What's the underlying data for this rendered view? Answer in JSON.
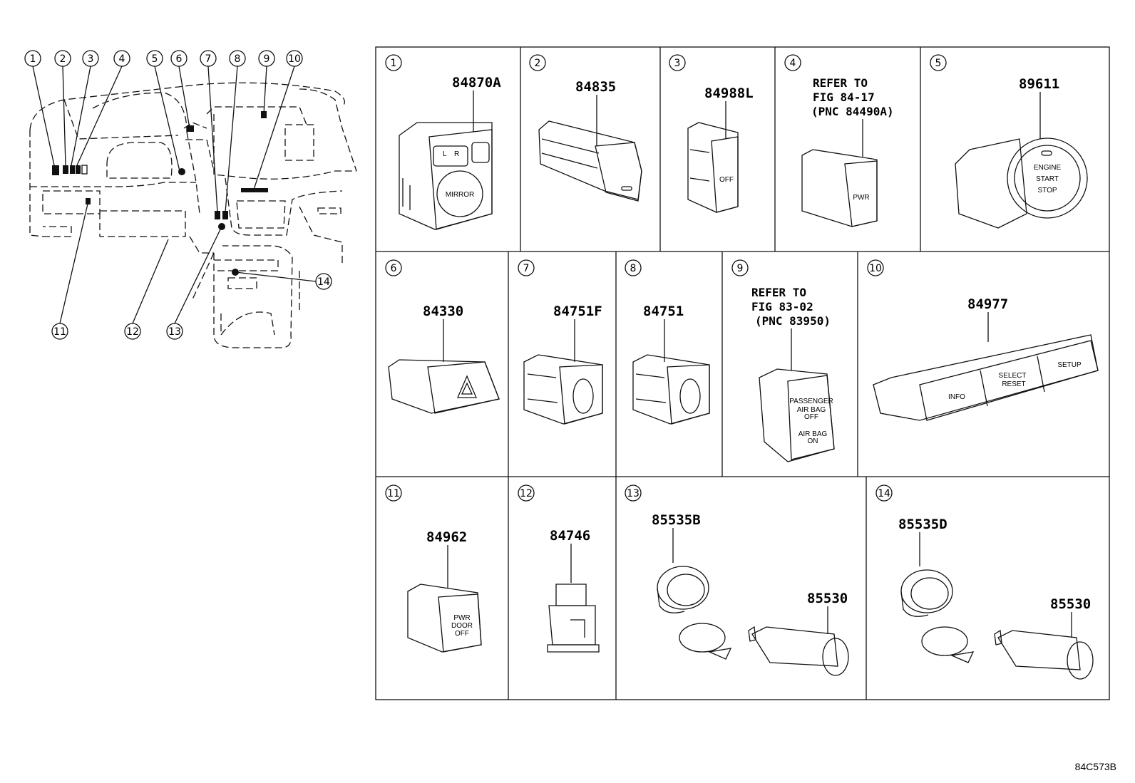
{
  "overview": {
    "callouts": [
      "1",
      "2",
      "3",
      "4",
      "5",
      "6",
      "7",
      "8",
      "9",
      "10",
      "11",
      "12",
      "13",
      "14"
    ]
  },
  "cells": [
    {
      "index": "1",
      "part": "84870A",
      "labels": [
        "MIRROR",
        "L",
        "R"
      ]
    },
    {
      "index": "2",
      "part": "84835"
    },
    {
      "index": "3",
      "part": "84988L",
      "labels": [
        "OFF"
      ]
    },
    {
      "index": "4",
      "ref": [
        "REFER TO",
        "FIG 84-17",
        "(PNC 84490A)"
      ],
      "labels": [
        "PWR"
      ]
    },
    {
      "index": "5",
      "part": "89611",
      "labels": [
        "ENGINE",
        "START",
        "STOP"
      ]
    },
    {
      "index": "6",
      "part": "84330"
    },
    {
      "index": "7",
      "part": "84751F"
    },
    {
      "index": "8",
      "part": "84751"
    },
    {
      "index": "9",
      "ref": [
        "REFER TO",
        "FIG 83-02",
        "(PNC 83950)"
      ],
      "labels": [
        "PASSENGER",
        "AIR BAG",
        "OFF",
        "AIR BAG",
        "ON"
      ]
    },
    {
      "index": "10",
      "part": "84977",
      "labels": [
        "INFO",
        "SELECT",
        "RESET",
        "SETUP"
      ]
    },
    {
      "index": "11",
      "part": "84962",
      "labels": [
        "PWR",
        "DOOR",
        "OFF"
      ]
    },
    {
      "index": "12",
      "part": "84746"
    },
    {
      "index": "13",
      "part": "85535B",
      "part2": "85530"
    },
    {
      "index": "14",
      "part": "85535D",
      "part2": "85530"
    }
  ],
  "figure_code": "84C573B"
}
